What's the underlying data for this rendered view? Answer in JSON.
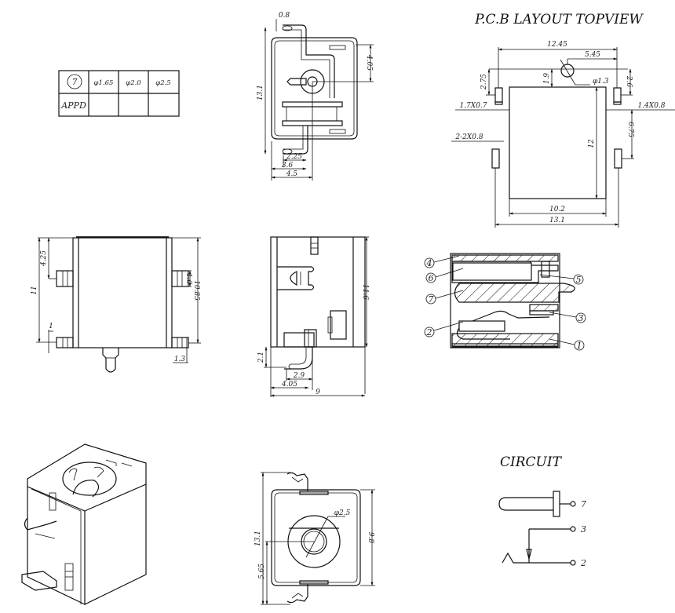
{
  "titles": {
    "pcb_layout": "P.C.B LAYOUT TOPVIEW",
    "circuit": "CIRCUIT"
  },
  "spec_table": {
    "header_symbol": "7",
    "pin_sizes": [
      "φ1.65",
      "φ2.0",
      "φ2.5"
    ],
    "row_label": "APPD",
    "row_values": [
      "",
      "",
      ""
    ]
  },
  "front_view": {
    "dims": {
      "top_offset": "0.8",
      "height_right": "4.05",
      "height_total": "13.1",
      "pin_width_a": "2.25",
      "pin_width_b": "3.6",
      "pin_width_c": "4.5"
    }
  },
  "pcb_layout": {
    "dims": {
      "pad_span": "12.45",
      "hole_offset_x": "5.45",
      "hole_diameter": "φ1.3",
      "hole_offset_y": "1.9",
      "pad_offset_left": "2.75",
      "pad_offset_right": "2.6",
      "pad_left_size": "1.7X0.7",
      "pad_right_size": "1.4X0.8",
      "pad_right_lower": "6.75",
      "pad_bottom_size": "2-2X0.8",
      "body_height": "12",
      "body_width": "10.2",
      "overall_width": "13.1"
    }
  },
  "side_view": {
    "dims": {
      "tab_offset": "4.25",
      "total_height": "11",
      "tab_height": "1.6",
      "right_height": "10.85",
      "bottom_offset": "1",
      "bottom_tab": "1.3"
    }
  },
  "rear_view": {
    "dims": {
      "height": "11.6",
      "pin_height": "2.1",
      "pin_a": "2.9",
      "pin_b": "4.05",
      "width": "9"
    }
  },
  "cross_section": {
    "callouts": [
      "4",
      "6",
      "7",
      "2",
      "5",
      "3",
      "1"
    ]
  },
  "bottom_view": {
    "dims": {
      "hole_diameter": "φ2.5",
      "total_height": "13.1",
      "body_height": "9.8",
      "center_offset": "5.65"
    }
  },
  "circuit": {
    "pins": [
      "7",
      "3",
      "2"
    ]
  }
}
